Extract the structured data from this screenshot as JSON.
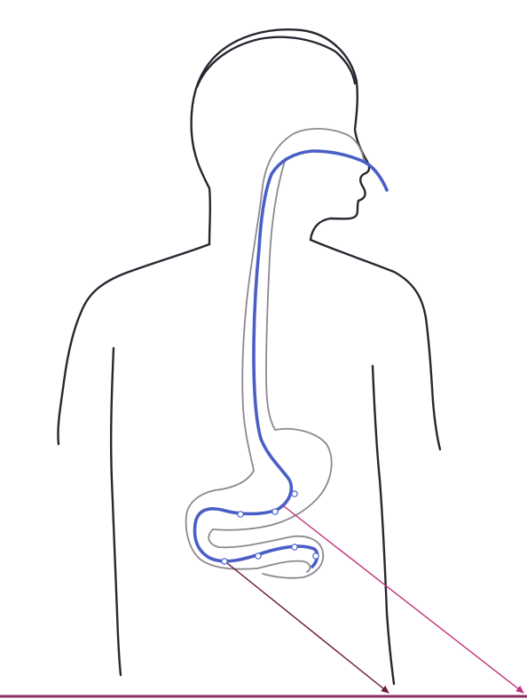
{
  "diagram": {
    "colors": {
      "background": "#ffffff",
      "body_outline": "#2a2530",
      "organ_outline": "#8c8890",
      "feeding_tube": "#4a5fc6",
      "pointer_upper": "#c0307a",
      "pointer_lower": "#6e1740",
      "baseline": "#8a2a62"
    },
    "elements": [
      "human-silhouette",
      "esophagus-stomach-duodenum-outline",
      "feeding-tube",
      "tube-ports",
      "pointer-arrows"
    ]
  }
}
